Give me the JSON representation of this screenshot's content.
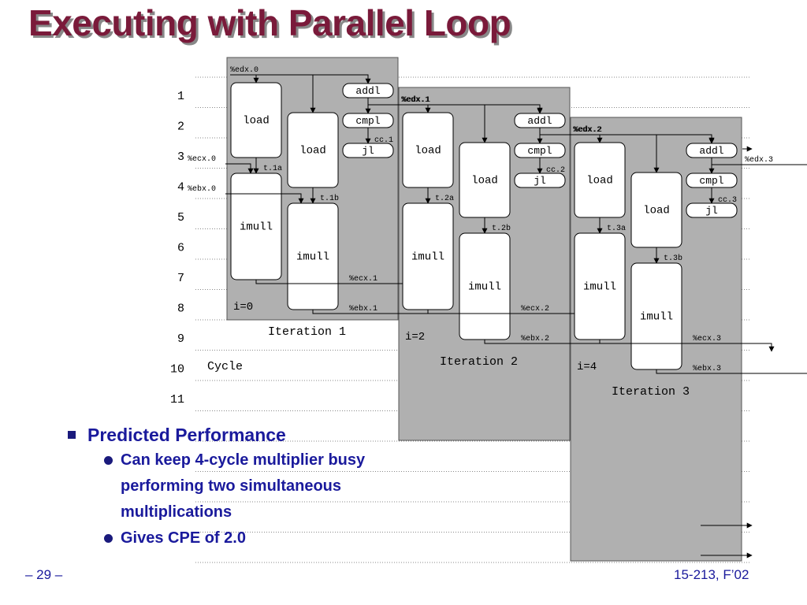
{
  "title": "Executing with Parallel Loop",
  "cycles": [
    "1",
    "2",
    "3",
    "4",
    "5",
    "6",
    "7",
    "8",
    "9",
    "10",
    "11"
  ],
  "cycle_label": "Cycle",
  "iterations": [
    {
      "label": "Iteration 1",
      "index_label": "i=0",
      "edx_in": "%edx.0",
      "edx_out": "%edx.1",
      "ecx_in": "%ecx.0",
      "ebx_in": "%ebx.0",
      "ecx_out": "%ecx.1",
      "ebx_out": "%ebx.1",
      "cc": "cc.1",
      "ta": "t.1a",
      "tb": "t.1b"
    },
    {
      "label": "Iteration 2",
      "index_label": "i=2",
      "edx_in": "%edx.1",
      "edx_out": "%edx.2",
      "ecx_out": "%ecx.2",
      "ebx_out": "%ebx.2",
      "cc": "cc.2",
      "ta": "t.2a",
      "tb": "t.2b"
    },
    {
      "label": "Iteration 3",
      "index_label": "i=4",
      "edx_in": "%edx.2",
      "edx_out": "%edx.3",
      "ecx_out": "%ecx.3",
      "ebx_out": "%ebx.3",
      "cc": "cc.3",
      "ta": "t.3a",
      "tb": "t.3b"
    }
  ],
  "ops": {
    "load": "load",
    "imull": "imull",
    "addl": "addl",
    "cmpl": "cmpl",
    "jl": "jl"
  },
  "bullets": {
    "main": "Predicted Performance",
    "sub": [
      "Can keep 4-cycle multiplier busy performing two simultaneous multiplications",
      "Gives CPE of 2.0"
    ]
  },
  "footer": {
    "page": "– 29 –",
    "course": "15-213, F’02"
  }
}
